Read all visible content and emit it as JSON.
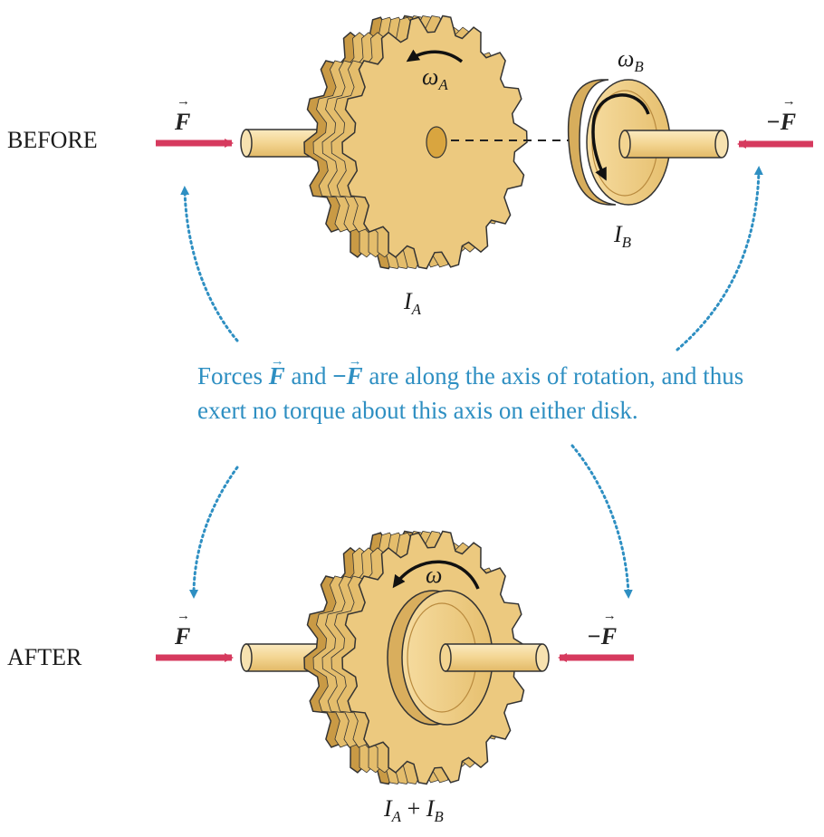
{
  "stages": {
    "before": "BEFORE",
    "after": "AFTER"
  },
  "forces": {
    "left": "F",
    "right_sign": "−",
    "right": "F"
  },
  "symbols": {
    "omega_a": "ω",
    "omega_a_sub": "A",
    "omega_b": "ω",
    "omega_b_sub": "B",
    "inertia_a": "I",
    "inertia_a_sub": "A",
    "inertia_b": "I",
    "inertia_b_sub": "B",
    "omega": "ω",
    "combined_a": "I",
    "combined_a_sub": "A",
    "combined_plus": " + ",
    "combined_b": "I",
    "combined_b_sub": "B"
  },
  "note": {
    "part1": "Forces ",
    "vec1": "F",
    "part2": " and ",
    "minus": "−",
    "vec2": "F",
    "part3": " are along the axis of rotation, and thus exert no torque about this axis on either disk."
  },
  "colors": {
    "gear_fill": "#ecc97f",
    "gear_tooth": "#e4bd6c",
    "gear_dark": "#c99a45",
    "outline": "#333333",
    "force_arrow": "#d63a5e",
    "note_blue": "#2e8fc2"
  },
  "icons": {
    "force": "arrow-right",
    "rotation": "curved-arrow"
  }
}
